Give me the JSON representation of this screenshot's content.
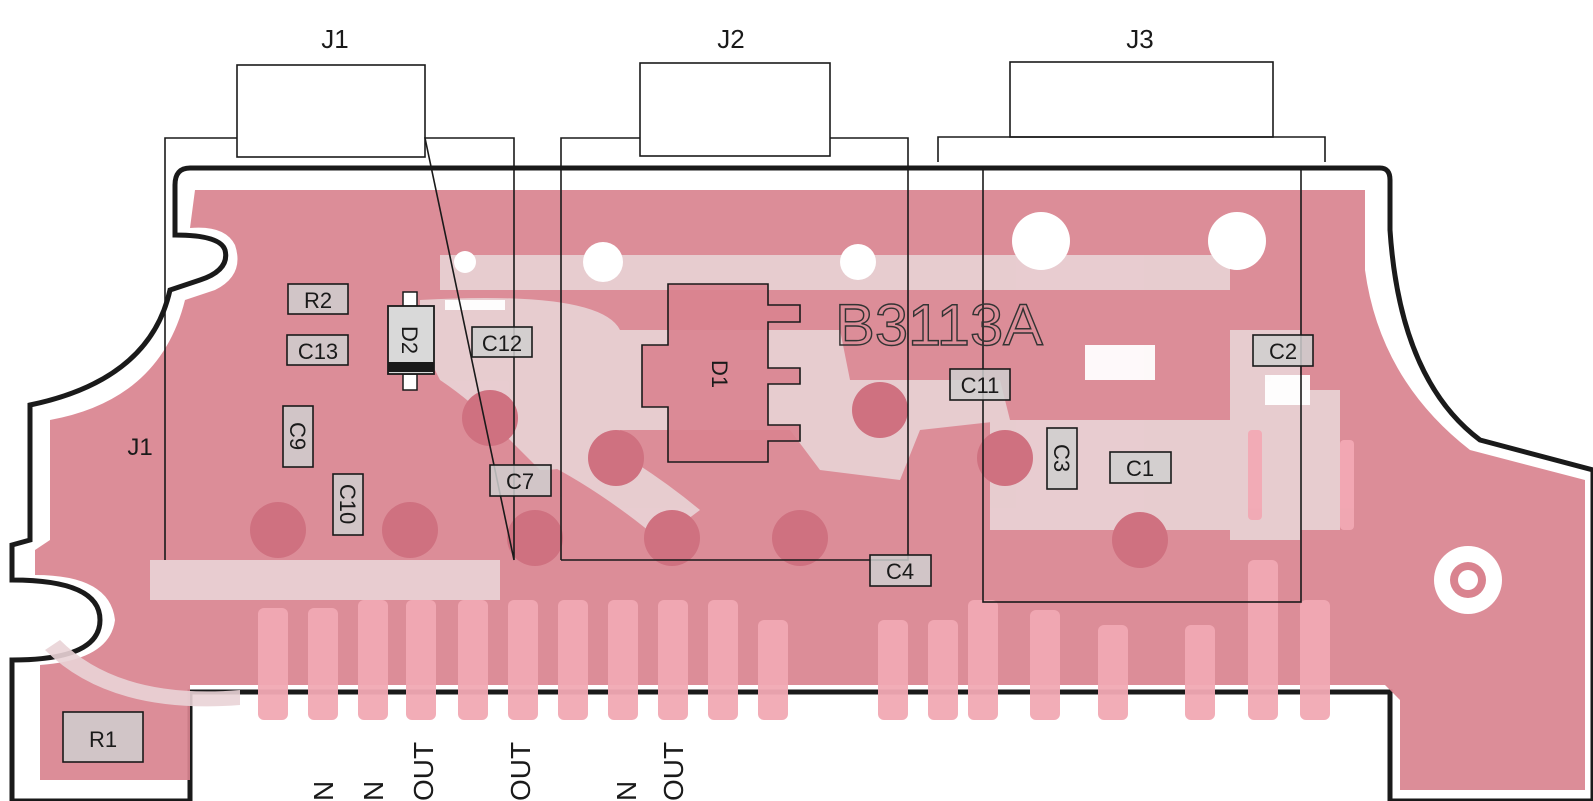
{
  "board_label": "B3113A",
  "jacks": [
    {
      "id": "j1",
      "label": "J1"
    },
    {
      "id": "j2",
      "label": "J2"
    },
    {
      "id": "j3",
      "label": "J3"
    }
  ],
  "side_label": "J1",
  "components": {
    "r1": "R1",
    "r2": "R2",
    "c1": "C1",
    "c2": "C2",
    "c3": "C3",
    "c4": "C4",
    "c7": "C7",
    "c9": "C9",
    "c10": "C10",
    "c11": "C11",
    "c12": "C12",
    "c13": "C13",
    "d1": "D1",
    "d2": "D2"
  },
  "bottom_labels": [
    "N",
    "N",
    "OUT",
    "OUT",
    "N",
    "OUT"
  ],
  "colors": {
    "copper": "#d9838f",
    "silkscreen_area": "#e8b9c0",
    "outline": "#1a1a1a",
    "pad": "#f2a9b4"
  }
}
